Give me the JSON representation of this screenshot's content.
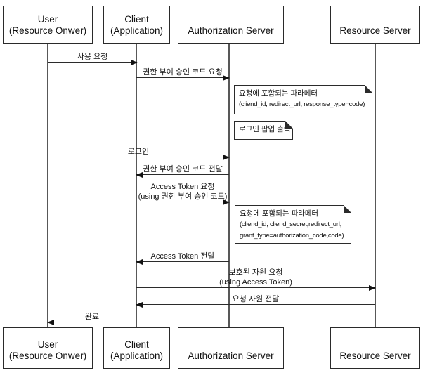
{
  "colors": {
    "background": "#ffffff",
    "line": "#2b2b2b",
    "text": "#111111"
  },
  "actors": [
    {
      "name": "User",
      "subname": "(Resource Onwer)"
    },
    {
      "name": "Client",
      "subname": "(Application)"
    },
    {
      "name": "Authorization Server"
    },
    {
      "name": "Resource Server"
    }
  ],
  "messages": [
    {
      "label": "사용 요청",
      "from": "User",
      "to": "Client"
    },
    {
      "label": "권한 부여 승인 코드 요청",
      "from": "Client",
      "to": "Authorization Server"
    },
    {
      "label": "로그인",
      "from": "User",
      "to": "Authorization Server"
    },
    {
      "label": "권한 부여 승인 코드 전달",
      "from": "Authorization Server",
      "to": "Client"
    },
    {
      "label": "Access Token 요청",
      "label2": "(using 권한 부여 승인 코드)",
      "from": "Client",
      "to": "Authorization Server"
    },
    {
      "label": "Access Token 전달",
      "from": "Authorization Server",
      "to": "Client"
    },
    {
      "label": "보호된 자원 요청",
      "label2": "(using Access Token)",
      "from": "Client",
      "to": "Resource Server"
    },
    {
      "label": "요청 자원 전달",
      "from": "Resource Server",
      "to": "Client"
    },
    {
      "label": "완료",
      "from": "Client",
      "to": "User"
    }
  ],
  "notes": [
    {
      "line1": "요청에 포함되는 파라메터",
      "line2": "(cliend_id, redirect_url, response_type=code)"
    },
    {
      "line1": "로그인 팝업 출력"
    },
    {
      "line1": "요청에 포함되는 파라메터",
      "line2": "(cliend_id, cliend_secret,redirect_url,",
      "line3": "grant_type=authorization_code,code)"
    }
  ]
}
